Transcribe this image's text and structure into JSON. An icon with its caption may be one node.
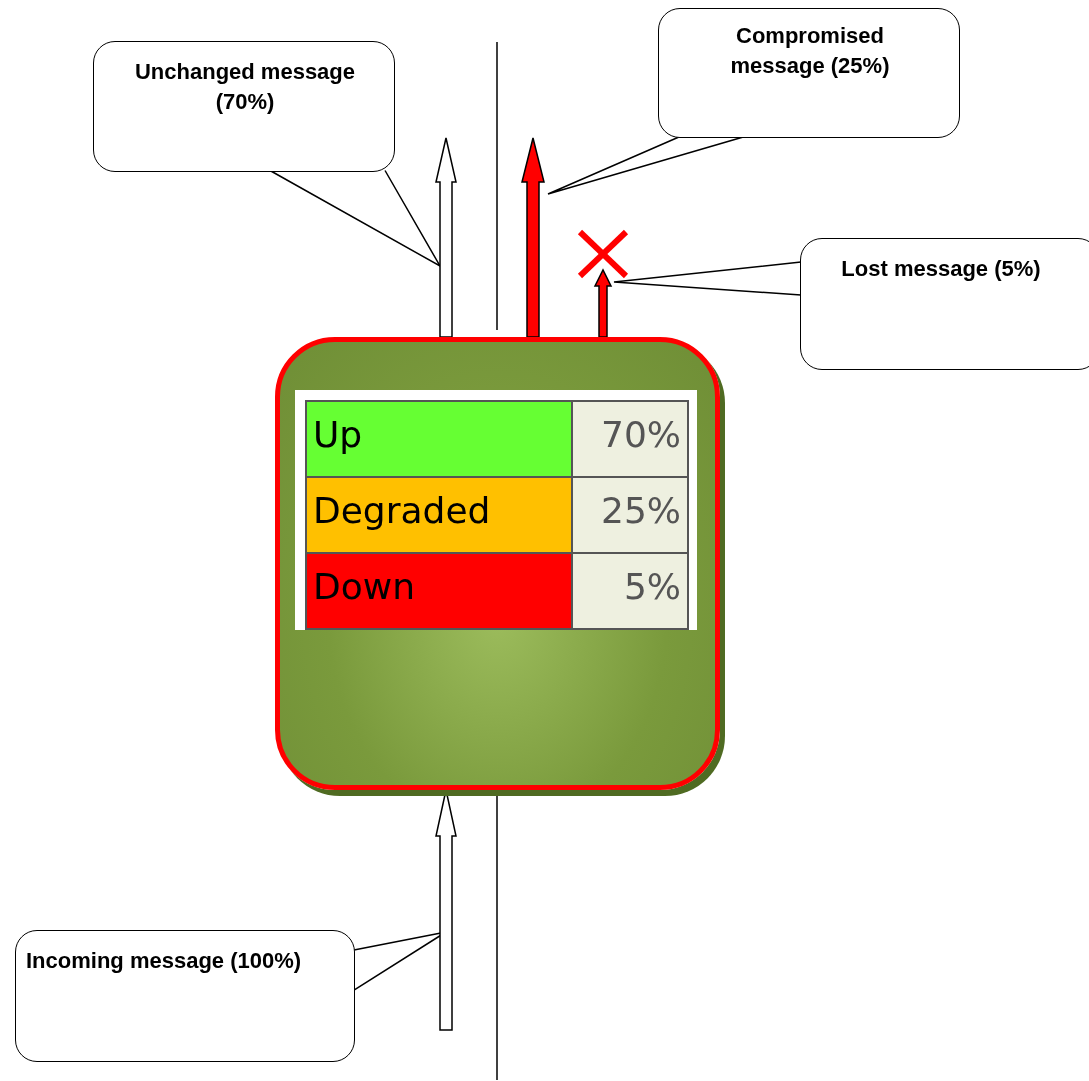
{
  "diagram": {
    "nodes": [
      {
        "text": [
          "Unchanged message (70%)"
        ]
      },
      {
        "text": [
          "Compromised message (25%)"
        ]
      },
      {
        "text": [
          "Lost message (5%)"
        ]
      },
      {
        "text": [
          "Incoming message (100%)"
        ]
      },
      {
        "text": [
          "Up",
          "70%",
          "Degraded",
          "25%",
          "Down",
          "5%"
        ]
      }
    ],
    "edges": [
      {
        "from": 0,
        "to": null,
        "arrow": "none"
      },
      {
        "from": 1,
        "to": null,
        "arrow": "none"
      },
      {
        "from": 2,
        "to": null,
        "arrow": "none"
      },
      {
        "from": 3,
        "to": null,
        "arrow": "none"
      },
      {
        "from": 4,
        "to": null,
        "arrow": "to"
      },
      {
        "from": 4,
        "to": null,
        "arrow": "to",
        "color": "#ff0000"
      },
      {
        "from": 4,
        "to": null,
        "arrow": "to",
        "color": "#ff0000"
      },
      {
        "from": null,
        "to": 4,
        "arrow": "to"
      }
    ]
  }
}
